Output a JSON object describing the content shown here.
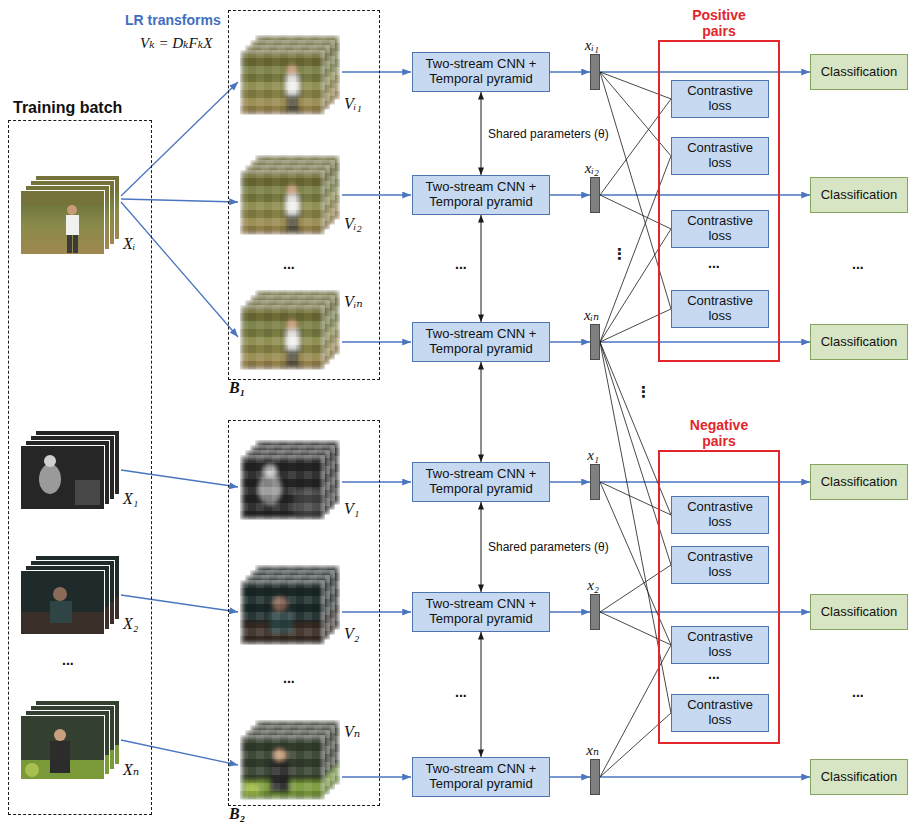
{
  "diagram": {
    "nodes": [
      {
        "text": [
          "Training batch"
        ]
      },
      {
        "text": [
          "B₁"
        ]
      },
      {
        "text": [
          "B₂"
        ]
      },
      {
        "text": [
          "Two-stream CNN + Temporal pyramid"
        ]
      },
      {
        "text": [
          "Two-stream CNN + Temporal pyramid"
        ]
      },
      {
        "text": [
          "Two-stream CNN + Temporal pyramid"
        ]
      },
      {
        "text": [
          "Two-stream CNN + Temporal pyramid"
        ]
      },
      {
        "text": [
          "Two-stream CNN + Temporal pyramid"
        ]
      },
      {
        "text": [
          "Two-stream CNN + Temporal pyramid"
        ]
      },
      {
        "text": [
          "xᵢ₁"
        ]
      },
      {
        "text": [
          "xᵢ₂"
        ]
      },
      {
        "text": [
          "xᵢₙ"
        ]
      },
      {
        "text": [
          "x₁"
        ]
      },
      {
        "text": [
          "x₂"
        ]
      },
      {
        "text": [
          "xₙ"
        ]
      },
      {
        "text": [
          "Positive pairs"
        ]
      },
      {
        "text": [
          "Contrastive loss"
        ],
        "in": 15
      },
      {
        "text": [
          "Contrastive loss"
        ],
        "in": 15
      },
      {
        "text": [
          "Contrastive loss"
        ],
        "in": 15
      },
      {
        "text": [
          "Contrastive loss"
        ],
        "in": 15
      },
      {
        "text": [
          "Negative pairs"
        ]
      },
      {
        "text": [
          "Contrastive loss"
        ],
        "in": 20
      },
      {
        "text": [
          "Contrastive loss"
        ],
        "in": 20
      },
      {
        "text": [
          "Contrastive loss"
        ],
        "in": 20
      },
      {
        "text": [
          "Contrastive loss"
        ],
        "in": 20
      },
      {
        "text": [
          "Classification"
        ]
      },
      {
        "text": [
          "Classification"
        ]
      },
      {
        "text": [
          "Classification"
        ]
      },
      {
        "text": [
          "Classification"
        ]
      },
      {
        "text": [
          "Classification"
        ]
      },
      {
        "text": [
          "Classification"
        ]
      }
    ],
    "edges": [
      {
        "from": 3,
        "to": 9,
        "arrow": "to"
      },
      {
        "from": 4,
        "to": 10,
        "arrow": "to"
      },
      {
        "from": 5,
        "to": 11,
        "arrow": "to"
      },
      {
        "from": 6,
        "to": 12,
        "arrow": "to"
      },
      {
        "from": 7,
        "to": 13,
        "arrow": "to"
      },
      {
        "from": 8,
        "to": 14,
        "arrow": "to"
      },
      {
        "from": 9,
        "to": 25,
        "arrow": "to"
      },
      {
        "from": 10,
        "to": 26,
        "arrow": "to"
      },
      {
        "from": 11,
        "to": 27,
        "arrow": "to"
      },
      {
        "from": 12,
        "to": 28,
        "arrow": "to"
      },
      {
        "from": 13,
        "to": 29,
        "arrow": "to"
      },
      {
        "from": 14,
        "to": 30,
        "arrow": "to"
      },
      {
        "from": 3,
        "to": 4,
        "label": "Shared parameters (θ)",
        "arrow": "both"
      },
      {
        "from": 4,
        "to": 5,
        "arrow": "both"
      },
      {
        "from": 5,
        "to": 6,
        "arrow": "both"
      },
      {
        "from": 6,
        "to": 7,
        "label": "Shared parameters (θ)",
        "arrow": "both"
      },
      {
        "from": 7,
        "to": 8,
        "arrow": "both"
      },
      {
        "from": 9,
        "to": 16,
        "arrow": "none"
      },
      {
        "from": 9,
        "to": 17,
        "arrow": "none"
      },
      {
        "from": 9,
        "to": 19,
        "arrow": "none"
      },
      {
        "from": 10,
        "to": 16,
        "arrow": "none"
      },
      {
        "from": 10,
        "to": 18,
        "arrow": "none"
      },
      {
        "from": 11,
        "to": 17,
        "arrow": "none"
      },
      {
        "from": 11,
        "to": 18,
        "arrow": "none"
      },
      {
        "from": 11,
        "to": 19,
        "arrow": "none"
      },
      {
        "from": 11,
        "to": 21,
        "arrow": "none"
      },
      {
        "from": 11,
        "to": 22,
        "arrow": "none"
      },
      {
        "from": 11,
        "to": 24,
        "arrow": "none"
      },
      {
        "from": 12,
        "to": 21,
        "arrow": "none"
      },
      {
        "from": 12,
        "to": 23,
        "arrow": "none"
      },
      {
        "from": 13,
        "to": 22,
        "arrow": "none"
      },
      {
        "from": 13,
        "to": 23,
        "arrow": "none"
      },
      {
        "from": 14,
        "to": 23,
        "arrow": "none"
      },
      {
        "from": 14,
        "to": 24,
        "arrow": "none"
      }
    ],
    "labels": [
      "LR transforms",
      "Vₖ = DₖFₖX",
      "Xᵢ",
      "X₁",
      "X₂",
      "...",
      "Xₙ",
      "Vᵢ₁",
      "Vᵢ₂",
      "...",
      "Vᵢₙ",
      "V₁",
      "V₂",
      "...",
      "Vₙ",
      "...",
      "...",
      "⋮",
      "⋮",
      "...",
      "...",
      "...",
      "..."
    ]
  }
}
